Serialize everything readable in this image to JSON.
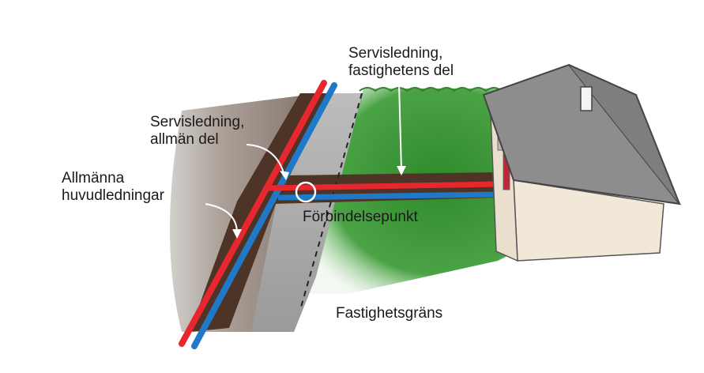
{
  "labels": {
    "service_property_line1": "Servisledning,",
    "service_property_line2": "fastighetens del",
    "service_public_line1": "Servisledning,",
    "service_public_line2": "allmän del",
    "main_lines_line1": "Allmänna",
    "main_lines_line2": "huvudledningar",
    "connection_point": "Förbindelsepunkt",
    "property_boundary": "Fastighetsgräns"
  },
  "colors": {
    "water_pipe": "#e8262d",
    "sewer_pipe": "#1f78c8",
    "lawn": "#3f9a3a",
    "road": "#a9a9a9",
    "trench": "#5a3b2a",
    "roof": "#8d8d8d",
    "wall": "#f1e8d8"
  }
}
